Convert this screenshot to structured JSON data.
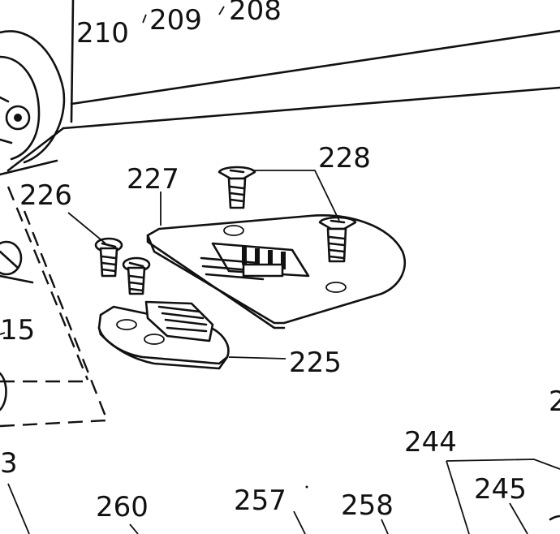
{
  "labels": {
    "l210": "210",
    "l209": "209",
    "l208": "208",
    "l228": "228",
    "l227": "227",
    "l226": "226",
    "l15": "15",
    "l225": "225",
    "l2": "2",
    "l244": "244",
    "l245": "245",
    "l3": "3",
    "l260": "260",
    "l257": "257",
    "l258": "258"
  }
}
